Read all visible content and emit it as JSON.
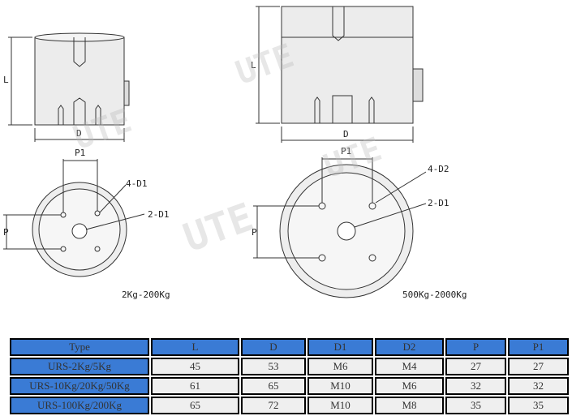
{
  "drawing": {
    "left": {
      "L": "L",
      "D": "D",
      "P1": "P1",
      "hole1": "4-D1",
      "hole2": "2-D1",
      "P": "P",
      "range": "2Kg-200Kg"
    },
    "right": {
      "L": "L",
      "D": "D",
      "P1": "P1",
      "hole1": "4-D2",
      "hole2": "2-D1",
      "P": "P",
      "range": "500Kg-2000Kg"
    },
    "watermark": "UTE"
  },
  "table": {
    "headers": [
      "Type",
      "L",
      "D",
      "D1",
      "D2",
      "P",
      "P1"
    ],
    "rows": [
      [
        "URS-2Kg/5Kg",
        "45",
        "53",
        "M6",
        "M4",
        "27",
        "27"
      ],
      [
        "URS-10Kg/20Kg/50Kg",
        "61",
        "65",
        "M10",
        "M6",
        "32",
        "32"
      ],
      [
        "URS-100Kg/200Kg",
        "65",
        "72",
        "M10",
        "M8",
        "35",
        "35"
      ]
    ]
  }
}
